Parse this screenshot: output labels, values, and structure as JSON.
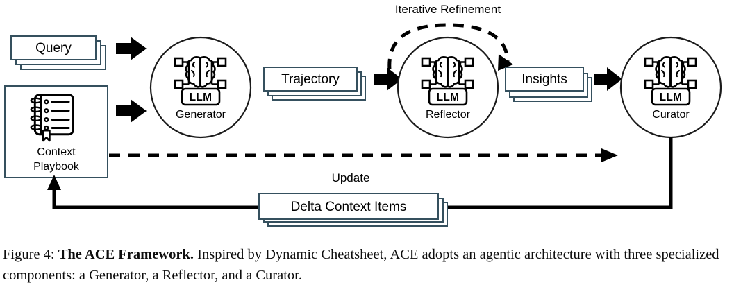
{
  "figure": {
    "caption_prefix": "Figure 4:",
    "caption_bold": "The ACE Framework.",
    "caption_rest": "Inspired by Dynamic Cheatsheet, ACE adopts an agentic architecture with three specialized components: a Generator, a Reflector, and a Curator."
  },
  "diagram": {
    "title_label": "Iterative Refinement",
    "cards": [
      {
        "id": "query",
        "label": "Query",
        "stack": 3
      },
      {
        "id": "trajectory",
        "label": "Trajectory",
        "stack": 3
      },
      {
        "id": "insights",
        "label": "Insights",
        "stack": 3
      },
      {
        "id": "delta-context-items",
        "label": "Delta Context Items",
        "stack": 3
      }
    ],
    "context_box": {
      "icon": "notebook-icon",
      "label_line1": "Context",
      "label_line2": "Playbook"
    },
    "llm_nodes": [
      {
        "id": "generator",
        "badge": "LLM",
        "label": "Generator",
        "icon": "brain-network-icon"
      },
      {
        "id": "reflector",
        "badge": "LLM",
        "label": "Reflector",
        "icon": "brain-network-icon"
      },
      {
        "id": "curator",
        "badge": "LLM",
        "label": "Curator",
        "icon": "brain-network-icon"
      }
    ],
    "edges": [
      {
        "id": "update",
        "label": "Update",
        "style": "dashed"
      }
    ],
    "colors": {
      "card_border": "#35505e",
      "card_fill": "#ffffff",
      "stroke": "#000000",
      "shadow": "#bfc7cc",
      "background": "#ffffff"
    }
  }
}
